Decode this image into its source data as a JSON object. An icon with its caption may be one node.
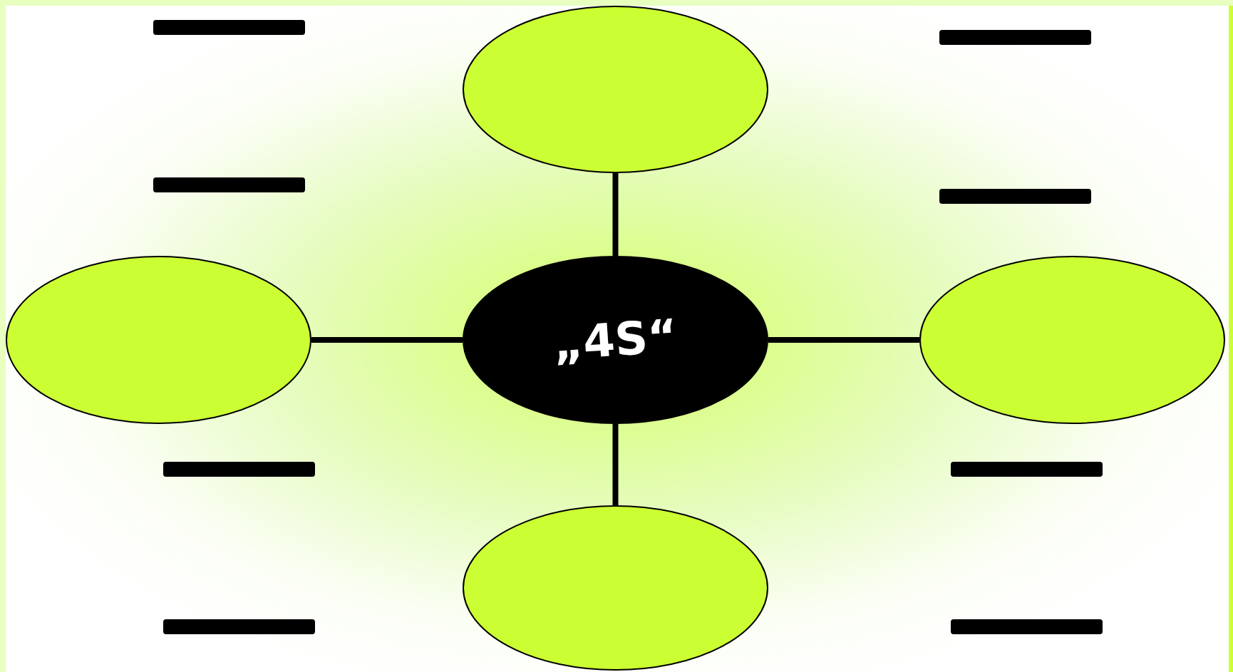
{
  "diagram": {
    "nodes": [
      {
        "text": [
          "„4S“"
        ]
      },
      {
        "text": [],
        "shape": "ellipse"
      },
      {
        "text": [],
        "shape": "ellipse"
      },
      {
        "text": [],
        "shape": "ellipse"
      },
      {
        "text": [],
        "shape": "ellipse"
      }
    ],
    "edges": [
      {
        "from": 0,
        "to": 1,
        "arrow": "none"
      },
      {
        "from": 0,
        "to": 2,
        "arrow": "none"
      },
      {
        "from": 0,
        "to": 3,
        "arrow": "none"
      },
      {
        "from": 0,
        "to": 4,
        "arrow": "none"
      }
    ]
  }
}
